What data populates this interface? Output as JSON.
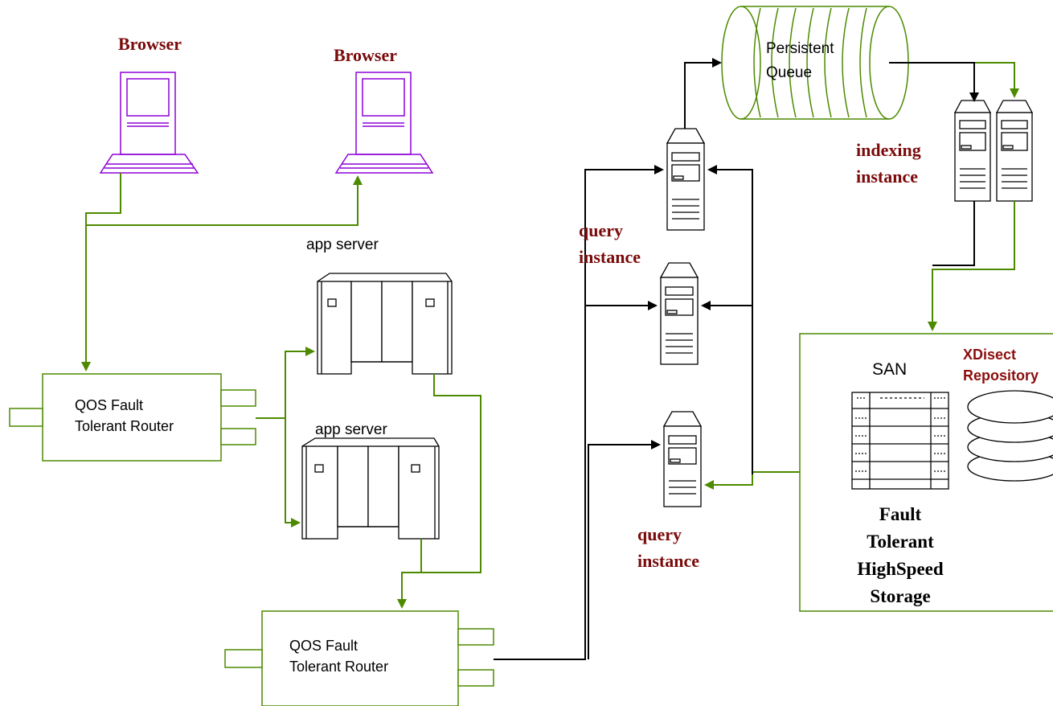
{
  "labels": {
    "browser_left": "Browser",
    "browser_right": "Browser",
    "app_server_top": "app server",
    "app_server_bottom": "app server",
    "router_top_line1": "QOS Fault",
    "router_top_line2": "Tolerant Router",
    "router_bottom_line1": "QOS Fault",
    "router_bottom_line2": "Tolerant Router",
    "persistent_queue_line1": "Persistent",
    "persistent_queue_line2": "Queue",
    "indexing_line1": "indexing",
    "indexing_line2": "instance",
    "query_top_line1": "query",
    "query_top_line2": "instance",
    "query_bottom_line1": "query",
    "query_bottom_line2": "instance",
    "san": "SAN",
    "repo_line1": "XDisect",
    "repo_line2": "Repository",
    "storage_line1": "Fault",
    "storage_line2": "Tolerant",
    "storage_line3": "HighSpeed",
    "storage_line4": "Storage"
  },
  "colors": {
    "green_connector": "#4d8a00",
    "black_connector": "#000000",
    "browser_purple": "#8e00d8",
    "label_red": "#7a0a0a"
  }
}
